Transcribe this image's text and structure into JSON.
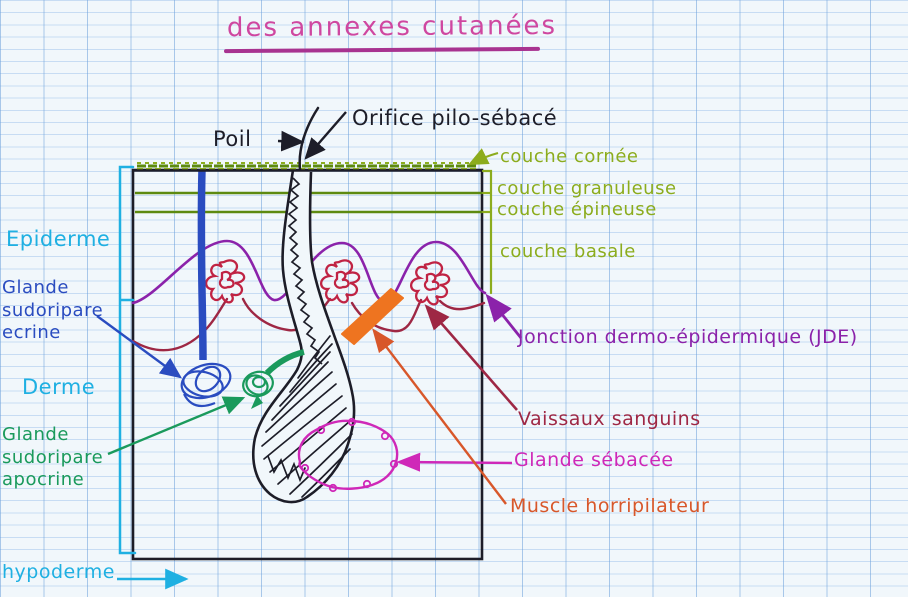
{
  "title": "des annexes cutanées",
  "labels": {
    "poil": "Poil",
    "orifice_pilo_sebace": "Orifice pilo-sébacé",
    "couches": {
      "cornee": "couche cornée",
      "granuleuse": "couche granuleuse",
      "epineuse": "couche épineuse",
      "basale": "couche basale"
    },
    "regions": {
      "epiderme": "Epiderme",
      "derme": "Derme",
      "hypoderme": "hypoderme"
    },
    "glande_sudoripare_ecrine": "Glande\nsudoripare\necrine",
    "glande_sudoripare_apocrine": "Glande\nsudoripare\napocrine",
    "jonction_dermo_epidermique": "Jonction dermo-épidermique (JDE)",
    "vaisseaux_sanguins": "Vaissaux sanguins",
    "glande_sebacee": "Glande sébacée",
    "muscle_horripilateur": "Muscle horripilateur"
  },
  "colors": {
    "pink": "#cf47a0",
    "pink-dark": "#a83390",
    "cyan": "#1fb0e2",
    "blue": "#2a4cc0",
    "green": "#1a9a5c",
    "olive": "#8cac1d",
    "olive-dark": "#5d8a10",
    "purple": "#8b22aa",
    "dark-red": "#9e2744",
    "red-knot": "#c02343",
    "magenta": "#cf28b8",
    "orange": "#d8572a",
    "orange-bright": "#ee7420",
    "ink": "#1d1d28",
    "paper": "#f1f7fb"
  }
}
